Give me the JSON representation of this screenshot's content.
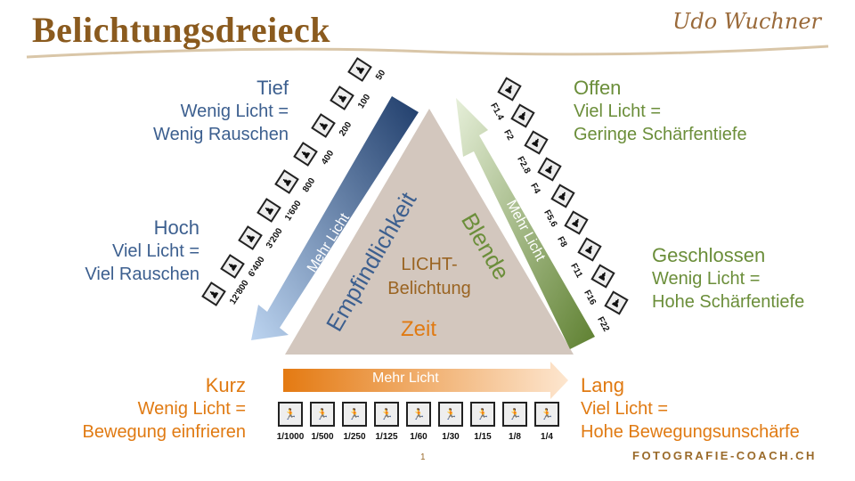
{
  "title": "Belichtungsdreieck",
  "signature": "Udo Wuchner",
  "triangle": {
    "sides": {
      "left": "Empfindlichkeit",
      "right": "Blende",
      "bottom": "Zeit"
    },
    "center_line1": "LICHT-",
    "center_line2": "Belichtung",
    "fill": "#d3c7be"
  },
  "iso": {
    "low": {
      "heading": "Tief",
      "line1": "Wenig Licht =",
      "line2": "Wenig Rauschen"
    },
    "high": {
      "heading": "Hoch",
      "line1": "Viel Licht =",
      "line2": "Viel Rauschen"
    },
    "arrow_label": "Mehr Licht",
    "values": [
      "50",
      "100",
      "200",
      "400",
      "800",
      "1'600",
      "3'200",
      "6'400",
      "12'800"
    ],
    "color": "#3c5f8f"
  },
  "aperture": {
    "open": {
      "heading": "Offen",
      "line1": "Viel Licht =",
      "line2": "Geringe Schärfentiefe"
    },
    "closed": {
      "heading": "Geschlossen",
      "line1": "Wenig Licht =",
      "line2": "Hohe Schärfentiefe"
    },
    "arrow_label": "Mehr Licht",
    "values": [
      "F1.4",
      "F2",
      "F2.8",
      "F4",
      "F5.6",
      "F8",
      "F11",
      "F16",
      "F22"
    ],
    "color": "#6b8e3a"
  },
  "shutter": {
    "short": {
      "heading": "Kurz",
      "line1": "Wenig Licht =",
      "line2": "Bewegung einfrieren"
    },
    "long": {
      "heading": "Lang",
      "line1": "Viel Licht =",
      "line2": "Hohe Bewegungsunschärfe"
    },
    "arrow_label": "Mehr Licht",
    "values": [
      "1/1000",
      "1/500",
      "1/250",
      "1/125",
      "1/60",
      "1/30",
      "1/15",
      "1/8",
      "1/4"
    ],
    "color": "#e07a12"
  },
  "page_number": "1",
  "footer": "FOTOGRAFIE-COACH.CH"
}
